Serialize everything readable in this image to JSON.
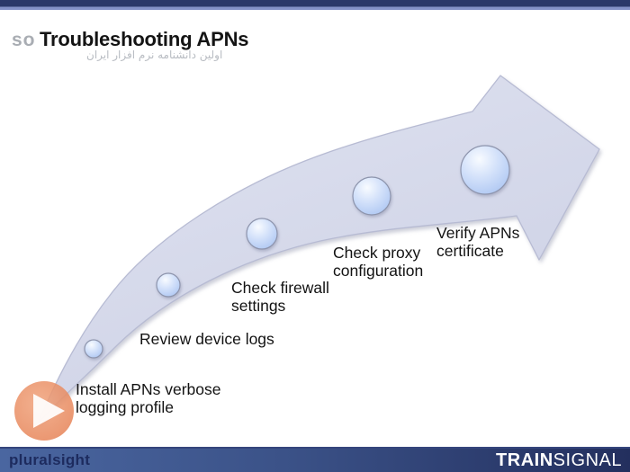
{
  "top_bar": {},
  "slide": {
    "title": "Troubleshooting APNs",
    "watermark_latin": "so",
    "watermark_persian": "اولین دانشنامه نرم افزار ایران",
    "steps": [
      {
        "label": "Install APNs verbose\nlogging profile"
      },
      {
        "label": "Review device logs"
      },
      {
        "label": "Check firewall\nsettings"
      },
      {
        "label": "Check proxy\nconfiguration"
      },
      {
        "label": "Verify APNs\ncertificate"
      }
    ]
  },
  "player": {
    "play_icon": "play",
    "brand_left": "pluralsight",
    "brand_right_bold": "TRAIN",
    "brand_right_light": "SIGNAL"
  },
  "colors": {
    "top_bar_navy": "#2b3969",
    "top_bar_light_edge": "#8492c7",
    "arrow_fill": "#d3d7e8",
    "arrow_stroke": "#b7bbd3",
    "circle_fill_light": "#f6f9fe",
    "circle_fill_dark": "#a9c3f1",
    "circle_stroke": "#8d94ac",
    "play_orange": "#ea8d60",
    "bottom_bar_left": "#4a66a0",
    "bottom_bar_right": "#232f5e",
    "pluralsight_text": "#1d2b5e",
    "trainsignal_text": "#ffffff",
    "title_text": "#141414",
    "watermark_gray": "#a9adb3"
  }
}
